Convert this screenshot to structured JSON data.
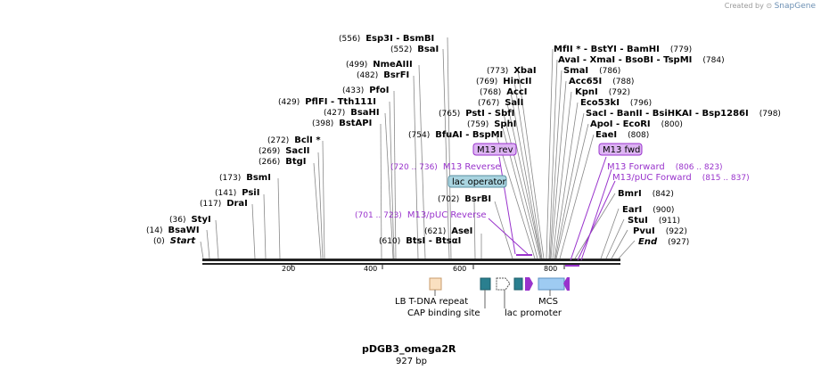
{
  "credit": {
    "prefix": "Created by",
    "brand": "SnapGene"
  },
  "plasmid": {
    "name": "pDGB3_omega2R",
    "length_label": "927 bp"
  },
  "ruler": {
    "ticks": [
      "200",
      "400",
      "600",
      "800"
    ]
  },
  "sites": [
    {
      "text": "(0)",
      "bold": "Start",
      "italic": true
    },
    {
      "text": "(14)",
      "bold": "BsaWI"
    },
    {
      "text": "(36)",
      "bold": "StyI"
    },
    {
      "text": "(117)",
      "bold": "DraI"
    },
    {
      "text": "(141)",
      "bold": "PsiI"
    },
    {
      "text": "(173)",
      "bold": "BsmI"
    },
    {
      "text": "(266)",
      "bold": "BtgI"
    },
    {
      "text": "(269)",
      "bold": "SacII"
    },
    {
      "text": "(272)",
      "bold": "BclI *"
    },
    {
      "text": "(398)",
      "bold": "BstAPI"
    },
    {
      "text": "(427)",
      "bold": "BsaHI"
    },
    {
      "text": "(429)",
      "bold": "PflFI - Tth111I"
    },
    {
      "text": "(433)",
      "bold": "PfoI"
    },
    {
      "text": "(482)",
      "bold": "BsrFI"
    },
    {
      "text": "(499)",
      "bold": "NmeAIII"
    },
    {
      "text": "(552)",
      "bold": "BsaI"
    },
    {
      "text": "(556)",
      "bold": "Esp3I - BsmBI"
    },
    {
      "text": "(610)",
      "bold": "BtsI - BtsαI"
    },
    {
      "text": "(621)",
      "bold": "AseI"
    },
    {
      "text": "(702)",
      "bold": "BsrBI"
    },
    {
      "text": "(754)",
      "bold": "BfuAI - BspMI"
    },
    {
      "text": "(759)",
      "bold": "SphI"
    },
    {
      "text": "(765)",
      "bold": "PstI - SbfI"
    },
    {
      "text": "(767)",
      "bold": "SalI"
    },
    {
      "text": "(768)",
      "bold": "AccI"
    },
    {
      "text": "(769)",
      "bold": "HincII"
    },
    {
      "text": "(773)",
      "bold": "XbaI"
    },
    {
      "text": "",
      "bold": "MfII * - BstYI - BamHI",
      "suffix": "(779)"
    },
    {
      "text": "",
      "bold": "AvaI - XmaI - BsoBI - TspMI",
      "suffix": "(784)"
    },
    {
      "text": "",
      "bold": "SmaI",
      "suffix": "(786)"
    },
    {
      "text": "",
      "bold": "Acc65I",
      "suffix": "(788)"
    },
    {
      "text": "",
      "bold": "KpnI",
      "suffix": "(792)"
    },
    {
      "text": "",
      "bold": "Eco53kI",
      "suffix": "(796)"
    },
    {
      "text": "",
      "bold": "SacI - BanII - BsiHKAI - Bsp1286I",
      "suffix": "(798)"
    },
    {
      "text": "",
      "bold": "ApoI - EcoRI",
      "suffix": "(800)"
    },
    {
      "text": "",
      "bold": "EaeI",
      "suffix": "(808)"
    },
    {
      "text": "",
      "bold": "BmrI",
      "suffix": "(842)"
    },
    {
      "text": "",
      "bold": "EarI",
      "suffix": "(900)"
    },
    {
      "text": "",
      "bold": "StuI",
      "suffix": "(911)"
    },
    {
      "text": "",
      "bold": "PvuI",
      "suffix": "(922)"
    },
    {
      "text": "",
      "bold": "End",
      "suffix": "(927)",
      "italic": true
    }
  ],
  "primers": [
    {
      "label": "M13 rev"
    },
    {
      "label": "M13 fwd"
    }
  ],
  "primer_sites": [
    {
      "range": "(720 .. 736)",
      "name": "M13 Reverse"
    },
    {
      "range": "(701 .. 723)",
      "name": "M13/pUC Reverse"
    },
    {
      "name": "M13 Forward",
      "range": "(806 .. 823)"
    },
    {
      "name": "M13/pUC Forward",
      "range": "(815 .. 837)"
    }
  ],
  "boxes": [
    {
      "label": "lac operator"
    }
  ],
  "features": [
    {
      "label": "LB T-DNA repeat",
      "color": "#fae0c0"
    },
    {
      "label": "CAP binding site",
      "color": "#2a7f8f"
    },
    {
      "label": "lac promoter",
      "color": "#ffffff"
    },
    {
      "label": "MCS",
      "color": "#9ecbf2"
    }
  ],
  "colors": {
    "primer": "#9933cc",
    "primer_fill": "#ddb4f3",
    "operator": "#a9d4e0",
    "backbone": "#222222"
  }
}
